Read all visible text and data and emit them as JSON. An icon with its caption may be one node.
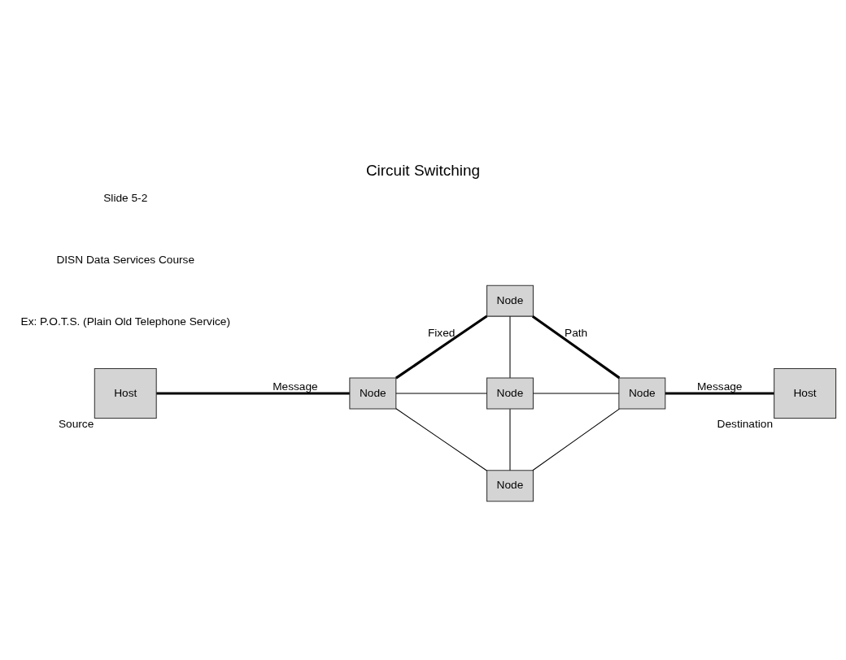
{
  "diagram": {
    "title": "Circuit Switching",
    "nodes": [
      {
        "text": [
          "Host"
        ],
        "beside": [
          "Source"
        ]
      },
      {
        "text": [
          "Node"
        ]
      },
      {
        "text": [
          "Node"
        ]
      },
      {
        "text": [
          "Node"
        ]
      },
      {
        "text": [
          "Node"
        ]
      },
      {
        "text": [
          "Node"
        ]
      },
      {
        "text": [
          "Host"
        ],
        "beside": [
          "Destination"
        ]
      }
    ],
    "edges": [
      {
        "from": 0,
        "to": 1,
        "arrow": "none",
        "label": "Message",
        "style": "thick"
      },
      {
        "from": 1,
        "to": 2,
        "arrow": "none",
        "label": "Fixed",
        "style": "thick"
      },
      {
        "from": 2,
        "to": 5,
        "arrow": "none",
        "label": "Path",
        "style": "thick"
      },
      {
        "from": 1,
        "to": 3,
        "arrow": "none"
      },
      {
        "from": 2,
        "to": 3,
        "arrow": "none"
      },
      {
        "from": 3,
        "to": 4,
        "arrow": "none"
      },
      {
        "from": 3,
        "to": 5,
        "arrow": "none"
      },
      {
        "from": 1,
        "to": 4,
        "arrow": "none"
      },
      {
        "from": 4,
        "to": 5,
        "arrow": "none"
      },
      {
        "from": 5,
        "to": 6,
        "arrow": "none",
        "label": "Message",
        "style": "thick"
      }
    ],
    "labels": [
      "Ex: P.O.T.S. (Plain Old Telephone Service)",
      "DISN Data Services Course",
      "Slide 5-2"
    ]
  }
}
